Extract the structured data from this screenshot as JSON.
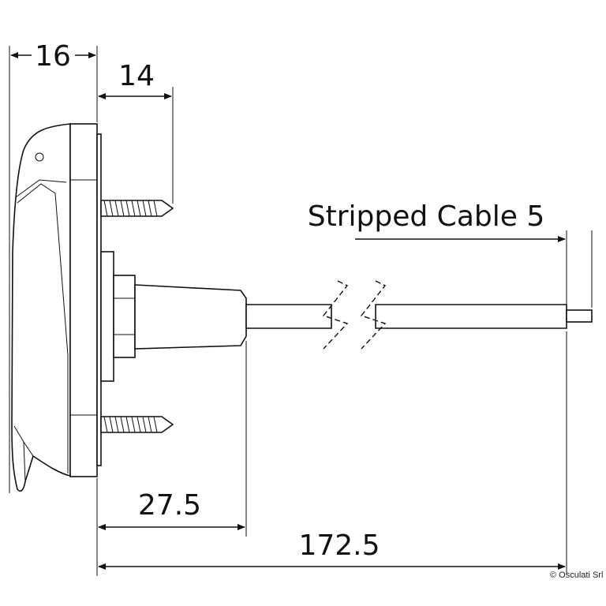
{
  "dimensions": {
    "depth_front": "16",
    "screw_length": "14",
    "stripped_cable": "Stripped Cable 5",
    "gland_length": "27.5",
    "total_length": "172.5"
  },
  "copyright": "© Osculati Srl"
}
